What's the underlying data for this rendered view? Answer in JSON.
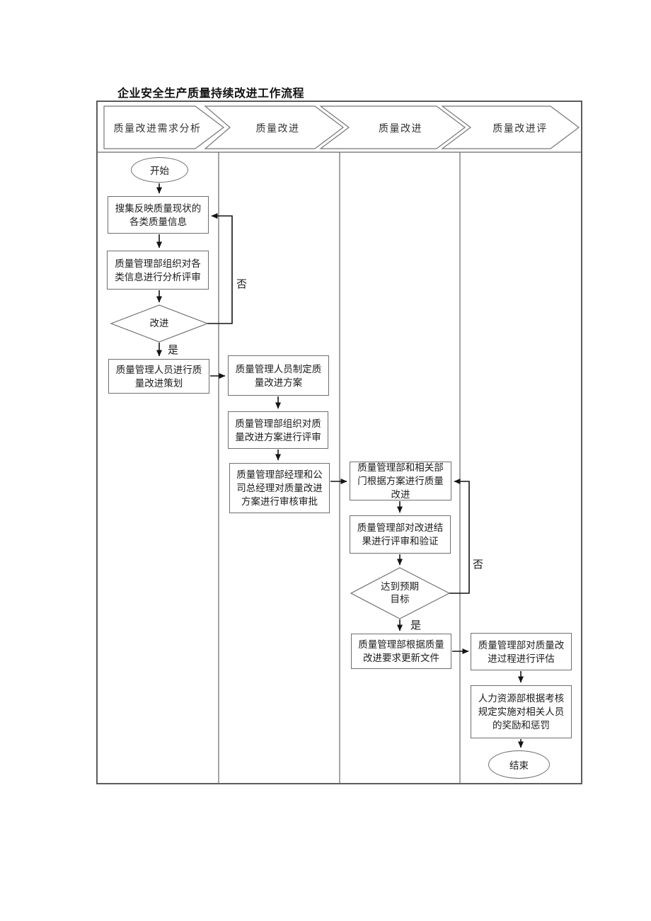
{
  "title": "企业安全生产质量持续改进工作流程",
  "lanes": [
    {
      "label": "质量改进需求分析"
    },
    {
      "label": "质量改进"
    },
    {
      "label": "质量改进"
    },
    {
      "label": "质量改进评"
    }
  ],
  "nodes": {
    "start": {
      "label": "开始",
      "type": "terminator"
    },
    "collect_info": {
      "label": "搜集反映质量现状的各类质量信息",
      "type": "process"
    },
    "analyze_review": {
      "label": "质量管理部组织对各类信息进行分析评审",
      "type": "process"
    },
    "improve_decision": {
      "label": "改进",
      "type": "decision"
    },
    "improvement_planning": {
      "label": "质量管理人员进行质量改进策划",
      "type": "process"
    },
    "draft_plan": {
      "label": "质量管理人员制定质量改进方案",
      "type": "process"
    },
    "plan_review": {
      "label": "质量管理部组织对质量改进方案进行评审",
      "type": "process"
    },
    "plan_approval": {
      "label": "质量管理部经理和公司总经理对质量改进方案进行审核审批",
      "type": "process"
    },
    "implement": {
      "label": "质量管理部和相关部门根据方案进行质量改进",
      "type": "process"
    },
    "verify_results": {
      "label": "质量管理部对改进结果进行评审和验证",
      "type": "process"
    },
    "goal_decision": {
      "label": "达到预期目标",
      "type": "decision"
    },
    "update_documents": {
      "label": "质量管理部根据质量改进要求更新文件",
      "type": "process"
    },
    "evaluate_process": {
      "label": "质量管理部对质量改进过程进行评估",
      "type": "process"
    },
    "reward_punishment": {
      "label": "人力资源部根据考核规定实施对相关人员的奖励和惩罚",
      "type": "process"
    },
    "end": {
      "label": "结束",
      "type": "terminator"
    }
  },
  "edge_labels": {
    "yes": "是",
    "no": "否"
  },
  "colors": {
    "frame": "#4a4a4a",
    "lane_line": "#6a6a6a",
    "shape_border": "#6f6f6f",
    "arrow": "#141414",
    "text": "#1c1c1c",
    "background": "#ffffff"
  }
}
